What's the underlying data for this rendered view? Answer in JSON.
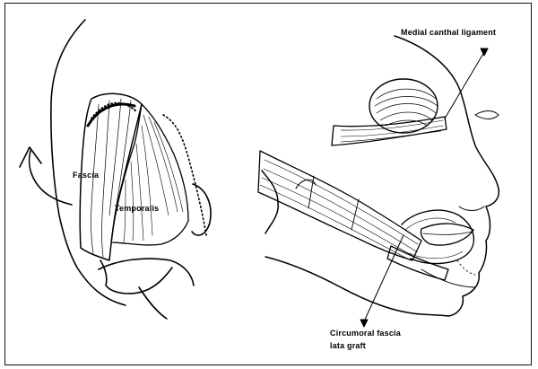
{
  "figure": {
    "left_panel": {
      "labels": {
        "fascia": "Fascia",
        "temporalis": "Temporalis"
      }
    },
    "right_panel": {
      "labels": {
        "medial_canthal_ligament": "Medial canthal ligament",
        "circumoral_fascia_line1": "Circumoral fascia",
        "circumoral_fascia_line2": "lata graft"
      }
    }
  }
}
